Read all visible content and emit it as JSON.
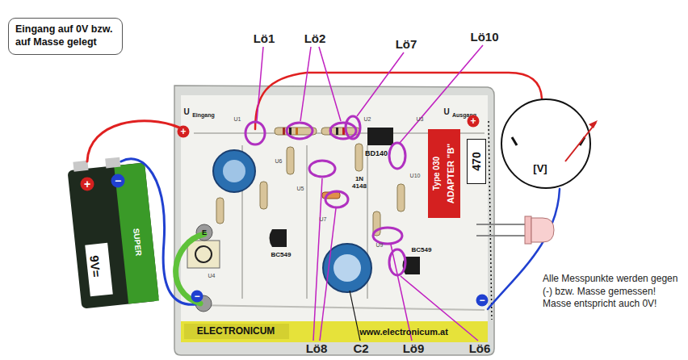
{
  "diagram": {
    "nodes": [
      {
        "text": [
          "Eingang auf 0V bzw. auf Masse gelegt"
        ]
      },
      {
        "text": [
          "470"
        ]
      },
      {
        "text": [
          "[V]"
        ]
      }
    ],
    "labels": [
      "Lö1",
      "Lö2",
      "Lö7",
      "Lö10",
      "Lö8",
      "C2",
      "Lö9",
      "Lö6",
      "Alle Messpunkte werden gegen (-) bzw. Masse gemessen! Masse entspricht auch 0V!",
      "U",
      "Eingang",
      "U",
      "Ausgang",
      "+",
      "−",
      "+",
      "−",
      "+",
      "−",
      "E",
      "U4",
      "U5",
      "U6",
      "U7",
      "U9",
      "U10",
      "U1",
      "U2",
      "U3",
      "BD140",
      "BC549",
      "BC549",
      "1N",
      "4148",
      "Type 030",
      "ADAPTER \"B\"",
      "ELECTRONICUM",
      "www.electronicum.at",
      "9V=",
      "SUPER"
    ]
  }
}
